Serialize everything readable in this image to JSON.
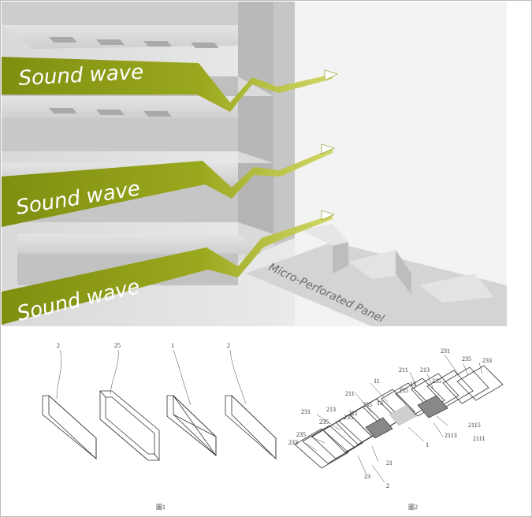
{
  "render": {
    "wave_labels": [
      "Sound wave",
      "Sound wave",
      "Sound wave"
    ],
    "panel_label": "Micro-Perforated Panel",
    "colors": {
      "wave": "#8c9a18",
      "wave_light": "#c7cf4a",
      "slab": "#c9c9c9",
      "background": "#f2f2f2"
    }
  },
  "patent": {
    "fig1": {
      "caption": "圖1",
      "labels": [
        "2",
        "25",
        "1",
        "2"
      ]
    },
    "fig2": {
      "caption": "圖2",
      "labels": [
        "231",
        "233",
        "235",
        "213",
        "211",
        "13",
        "11",
        "235",
        "235",
        "211",
        "13",
        "235",
        "213",
        "235",
        "235",
        "231",
        "235",
        "233",
        "211",
        "1",
        "2115",
        "2113",
        "2111",
        "21",
        "23",
        "2"
      ]
    }
  }
}
